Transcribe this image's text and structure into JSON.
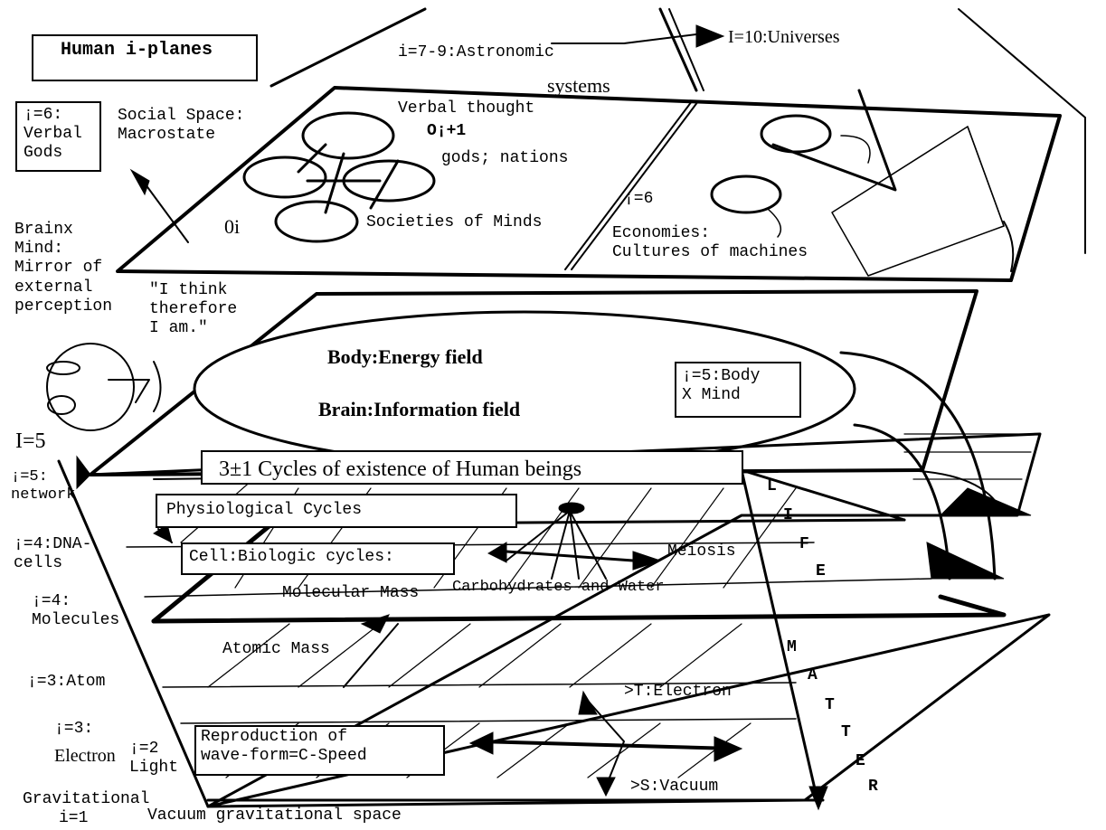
{
  "title": "Human i-planes",
  "labels": {
    "astronomic": "i=7-9:Astronomic",
    "astronomic2": "systems",
    "universes": "I=10:Universes",
    "verbal_gods": "¡=6:\nVerbal\nGods",
    "social_space": "Social Space:\nMacrostate",
    "verbal_thought": "Verbal thought",
    "oi_plus": "O¡+1",
    "gods_nations": "gods; nations",
    "oi": "0i",
    "societies": "Societies of Minds",
    "i6": "¡=6",
    "economies": "Economies:\nCultures of machines",
    "brain_mind": "Brainx\nMind:\nMirror of\nexternal\nperception",
    "think": "\"I think\ntherefore\nI am.\"",
    "body_energy": "Body:Energy field",
    "brain_info": "Brain:Information field",
    "body_x_mind": "¡=5:Body\nX Mind",
    "I5": "I=5",
    "cycles": "3±1 Cycles of existence of Human beings",
    "i5_network": "¡=5:\nnetwork",
    "physiological": "Physiological Cycles",
    "i4_dna": "¡=4:DNA-\ncells",
    "cell_bio": "Cell:Biologic cycles:",
    "meiosis": "Meiosis",
    "molecular": "Molecular Mass",
    "carbo": "Carbohydrates and Water",
    "i4_mol": "¡=4:\nMolecules",
    "atomic": "Atomic Mass",
    "i3_atom": "¡=3:Atom",
    "t_electron": ">T:Electron",
    "i3": "¡=3:",
    "electron": "Electron",
    "i2_light": "¡=2\nLight",
    "reproduction": "Reproduction of\nwave-form=C-Speed",
    "s_vacuum": ">S:Vacuum",
    "gravitational": "Gravitational",
    "i1": "i=1",
    "vacuum_space": "Vacuum gravitational space",
    "life": [
      "L",
      "I",
      "F",
      "E"
    ],
    "matter": [
      "M",
      "A",
      "T",
      "T",
      "E",
      "R"
    ]
  }
}
